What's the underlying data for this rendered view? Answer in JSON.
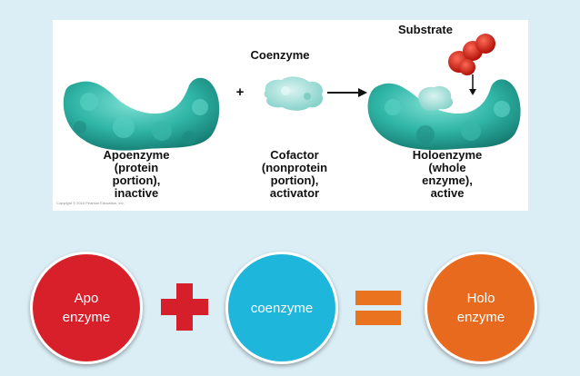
{
  "diagram": {
    "coenzyme_label": "Coenzyme",
    "substrate_label": "Substrate",
    "plus_sign": "+",
    "captions": {
      "apoenzyme": "Apoenzyme\n(protein\nportion),\ninactive",
      "cofactor": "Cofactor\n(nonprotein\nportion),\nactivator",
      "holoenzyme": "Holoenzyme\n(whole\nenzyme),\nactive"
    },
    "copyright": "Copyright © 2010 Pearson Education, Inc.",
    "colors": {
      "enzyme": "#2fb5a6",
      "coenzyme": "#9fdcd6",
      "substrate": "#d81a10"
    }
  },
  "equation": {
    "apo": {
      "label": "Apo\nenzyme",
      "color": "#d8202b"
    },
    "coenzyme": {
      "label": "coenzyme",
      "color": "#1fb6db"
    },
    "holo": {
      "label": "Holo\nenzyme",
      "color": "#e86a1e"
    },
    "plus_color": "#d5202c",
    "equals_color": "#e9731e"
  }
}
